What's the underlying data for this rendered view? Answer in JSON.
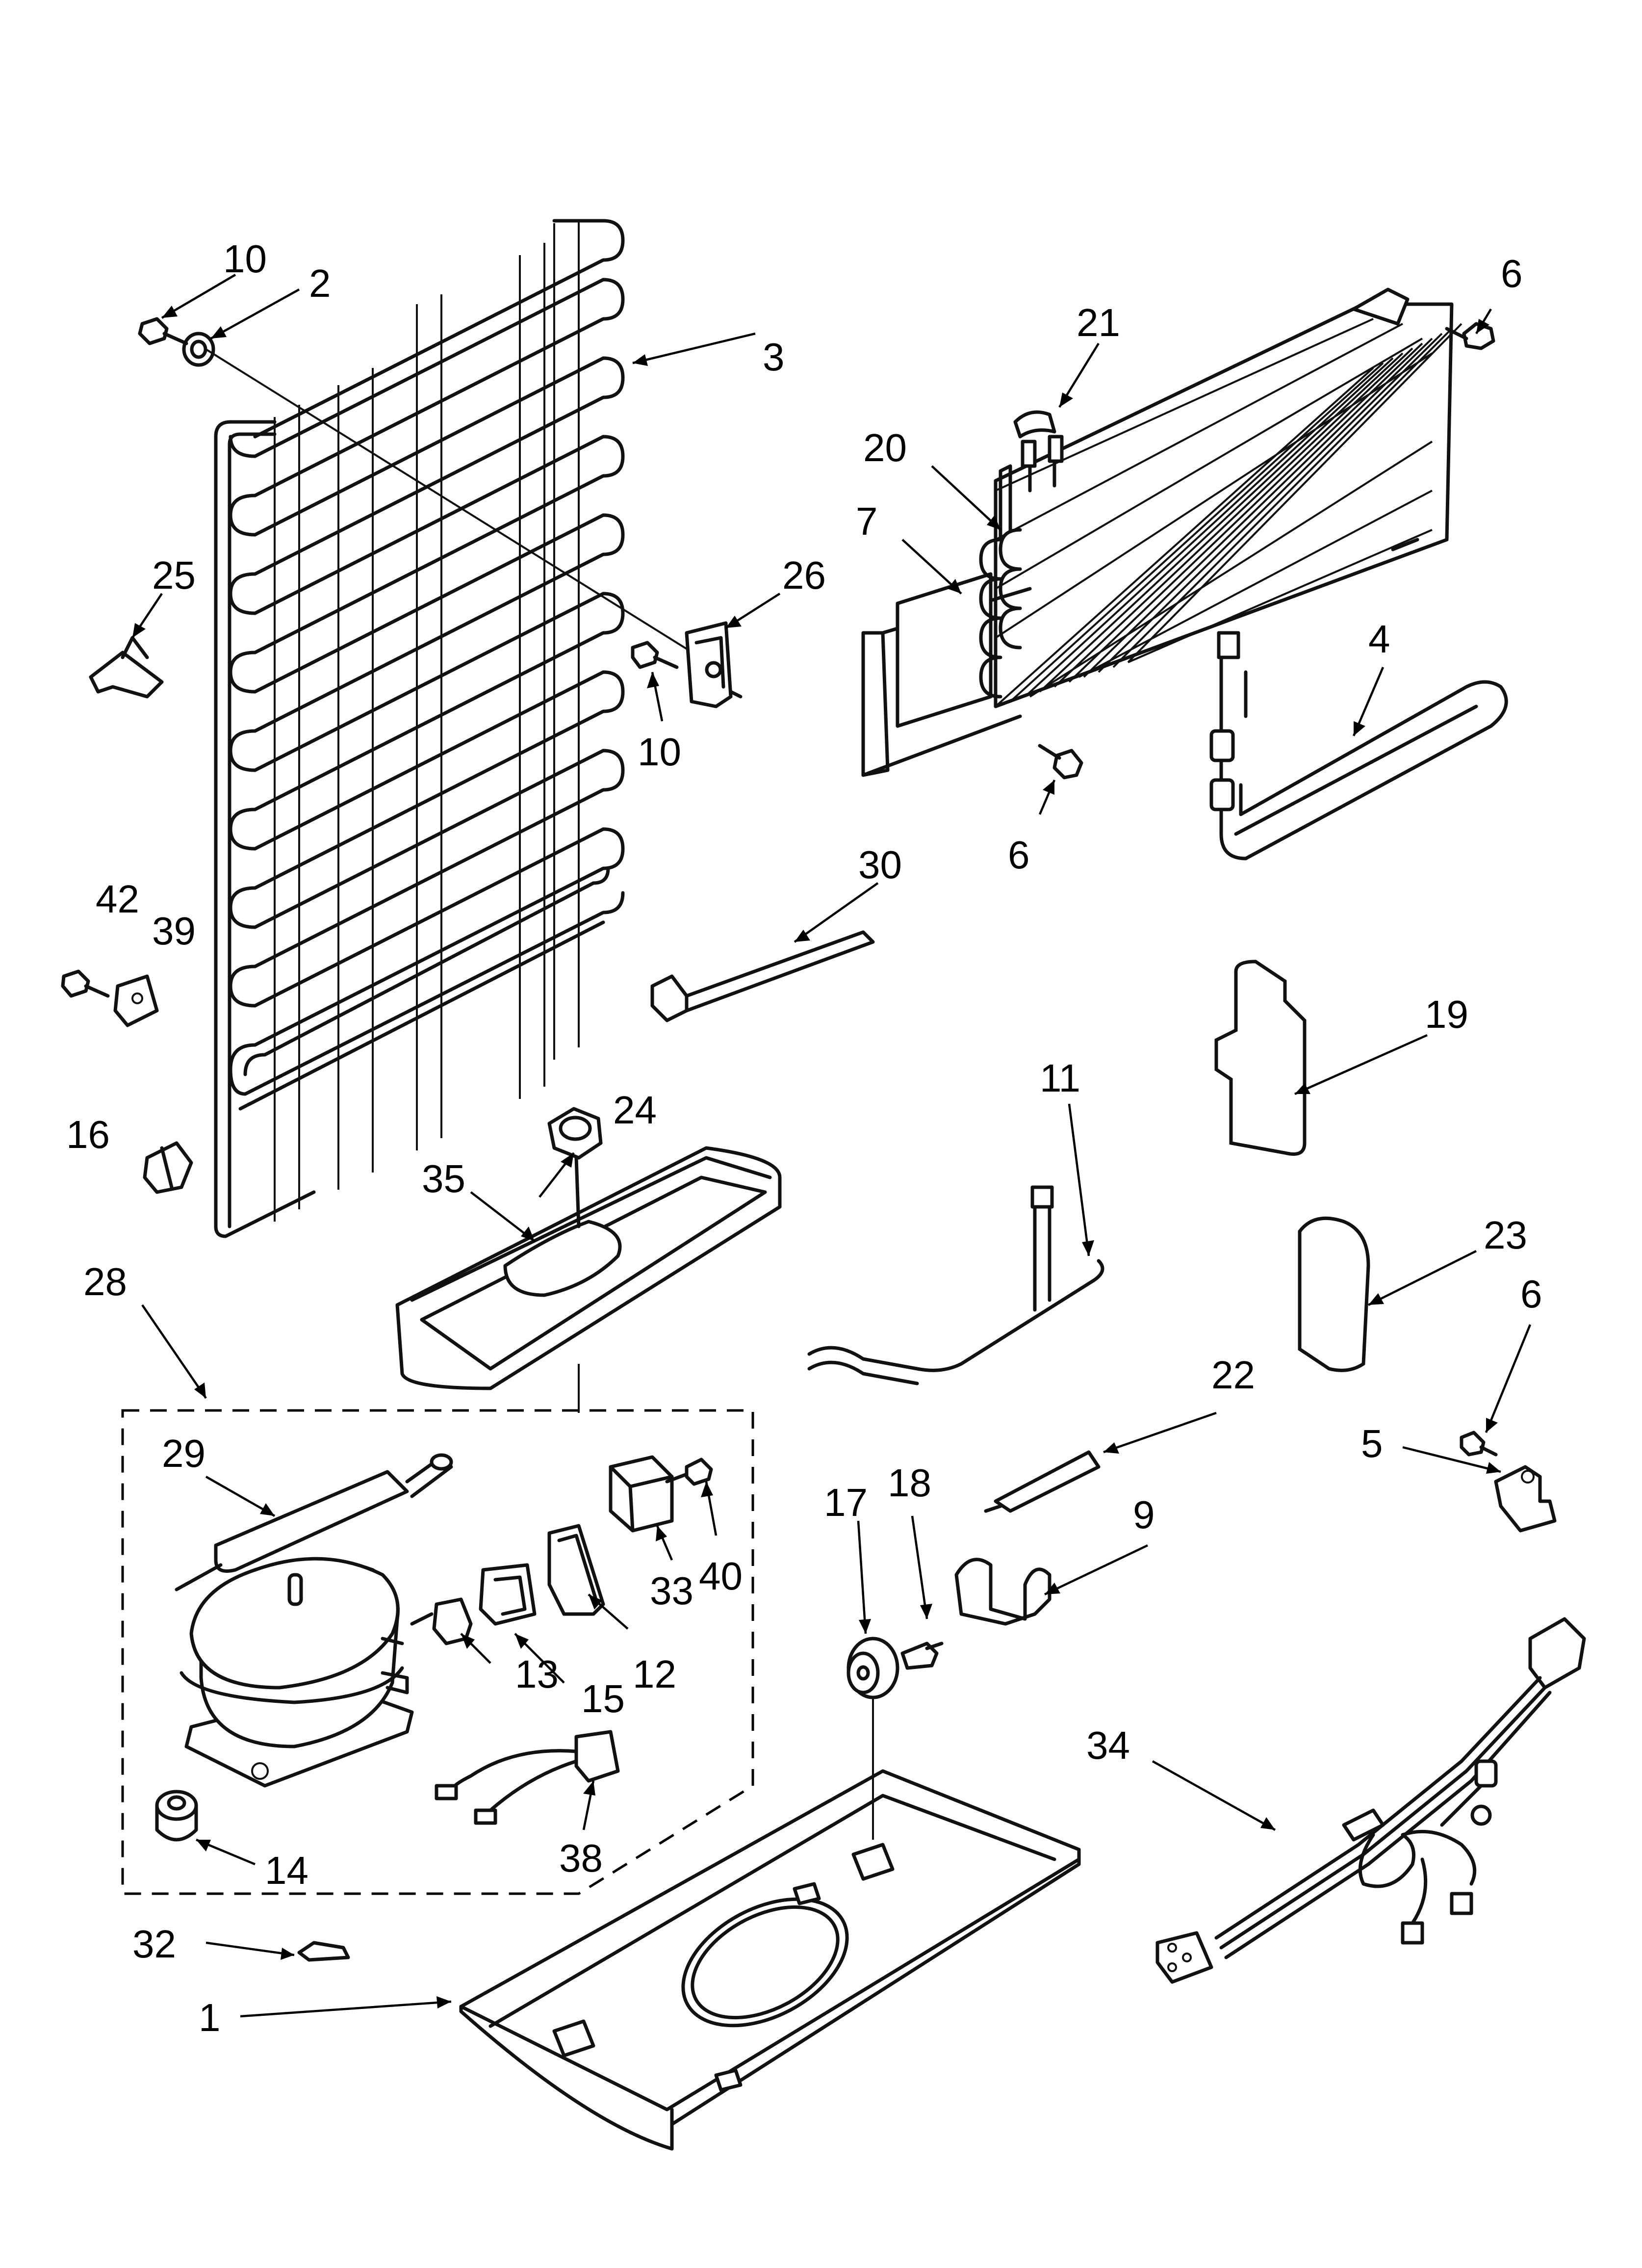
{
  "diagram": {
    "type": "exploded-parts-diagram",
    "callouts": [
      {
        "id": "c10a",
        "label": "10"
      },
      {
        "id": "c2",
        "label": "2"
      },
      {
        "id": "c3",
        "label": "3"
      },
      {
        "id": "c25",
        "label": "25"
      },
      {
        "id": "c26",
        "label": "26"
      },
      {
        "id": "c10b",
        "label": "10"
      },
      {
        "id": "c42",
        "label": "42"
      },
      {
        "id": "c39",
        "label": "39"
      },
      {
        "id": "c16",
        "label": "16"
      },
      {
        "id": "c28",
        "label": "28"
      },
      {
        "id": "c35",
        "label": "35"
      },
      {
        "id": "c24",
        "label": "24"
      },
      {
        "id": "c29",
        "label": "29"
      },
      {
        "id": "c40",
        "label": "40"
      },
      {
        "id": "c33",
        "label": "33"
      },
      {
        "id": "c12",
        "label": "12"
      },
      {
        "id": "c15",
        "label": "15"
      },
      {
        "id": "c13",
        "label": "13"
      },
      {
        "id": "c14",
        "label": "14"
      },
      {
        "id": "c38",
        "label": "38"
      },
      {
        "id": "c32",
        "label": "32"
      },
      {
        "id": "c1",
        "label": "1"
      },
      {
        "id": "c6a",
        "label": "6"
      },
      {
        "id": "c21",
        "label": "21"
      },
      {
        "id": "c20",
        "label": "20"
      },
      {
        "id": "c7",
        "label": "7"
      },
      {
        "id": "c4",
        "label": "4"
      },
      {
        "id": "c6b",
        "label": "6"
      },
      {
        "id": "c30",
        "label": "30"
      },
      {
        "id": "c19",
        "label": "19"
      },
      {
        "id": "c11",
        "label": "11"
      },
      {
        "id": "c23",
        "label": "23"
      },
      {
        "id": "c6c",
        "label": "6"
      },
      {
        "id": "c22",
        "label": "22"
      },
      {
        "id": "c5",
        "label": "5"
      },
      {
        "id": "c17",
        "label": "17"
      },
      {
        "id": "c18",
        "label": "18"
      },
      {
        "id": "c9",
        "label": "9"
      },
      {
        "id": "c34",
        "label": "34"
      }
    ]
  }
}
